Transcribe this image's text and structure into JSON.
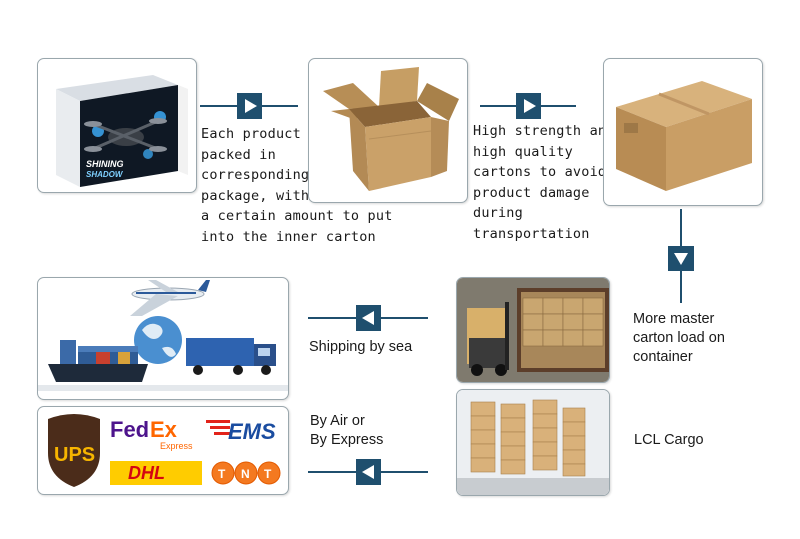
{
  "steps": {
    "pack_text": "Each product\npacked in\ncorresponding\npackage, with\na certain amount to put\ninto the inner carton",
    "carton_text": "High strength and\nhigh quality\ncartons to avoid\nproduct damage\nduring transportation",
    "container_text": "More master\ncarton load on\ncontainer",
    "lcl_text": "LCL Cargo",
    "sea_text": "Shipping by sea",
    "air_text": "By Air or\nBy Express"
  },
  "product_box": {
    "brand_line1": "SHINING",
    "brand_line2": "SHADOW"
  },
  "logos": {
    "ups": "UPS",
    "fedex_fed": "Fed",
    "fedex_ex": "Ex",
    "fedex_sub": "Express",
    "ems": "EMS",
    "dhl": "DHL",
    "tnt": "TNT"
  },
  "colors": {
    "arrow": "#1f4f6e",
    "box_border": "#9aa7ad"
  }
}
